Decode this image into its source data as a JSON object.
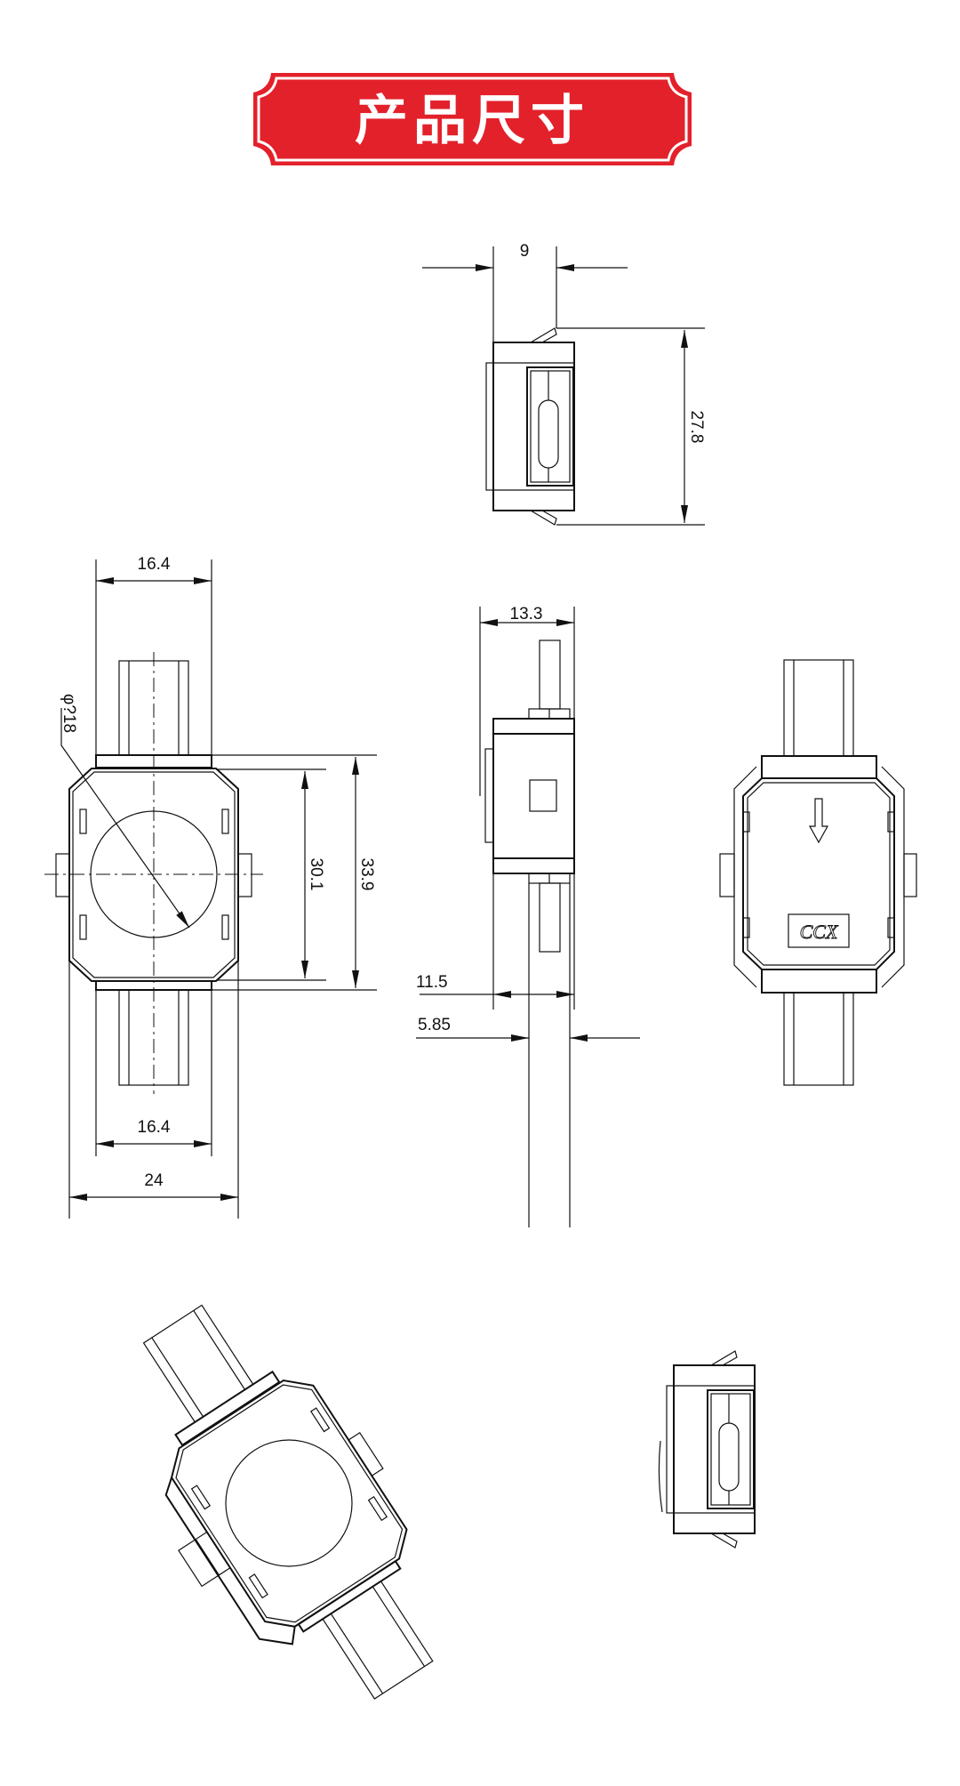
{
  "title": "产品尺寸",
  "brand_color": "#e3212b",
  "top_view": {
    "width": "9",
    "height": "27.8"
  },
  "front_view": {
    "top_width": "16.4",
    "diameter": "φ?18",
    "inner_height": "30.1",
    "outer_height": "33.9",
    "bottom_width": "16.4",
    "total_width": "24"
  },
  "side_view": {
    "depth": "13.3",
    "body_depth": "11.5",
    "stub_depth": "5.85"
  },
  "back_view": {
    "logo": "CCX"
  }
}
